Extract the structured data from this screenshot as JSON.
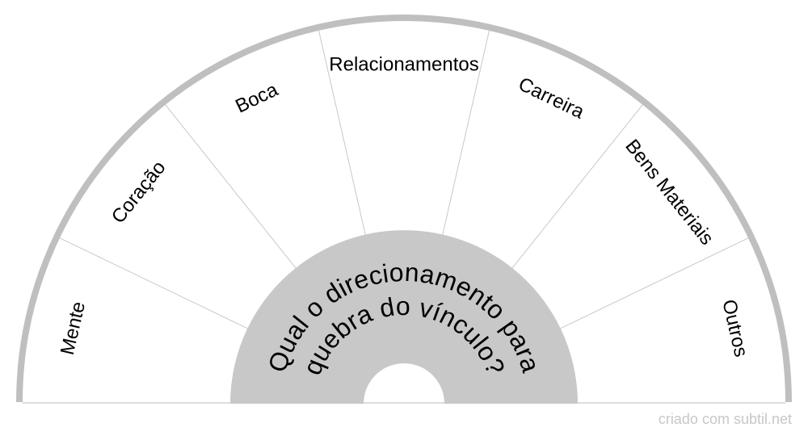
{
  "chart": {
    "sectors": [
      {
        "label": "Mente"
      },
      {
        "label": "Coração"
      },
      {
        "label": "Boca"
      },
      {
        "label": "Relacionamentos"
      },
      {
        "label": "Carreira"
      },
      {
        "label": "Bens Materiais"
      },
      {
        "label": "Outros"
      }
    ],
    "center_question": {
      "line1": "Qual o direcionamento para",
      "line2": "quebra do vínculo?"
    },
    "colors": {
      "rim": "#bfbfbf",
      "divider": "#c8c8c8",
      "hub": "#c8c8c8",
      "background": "#ffffff"
    }
  },
  "footer": {
    "credit": "criado com subtil.net"
  }
}
